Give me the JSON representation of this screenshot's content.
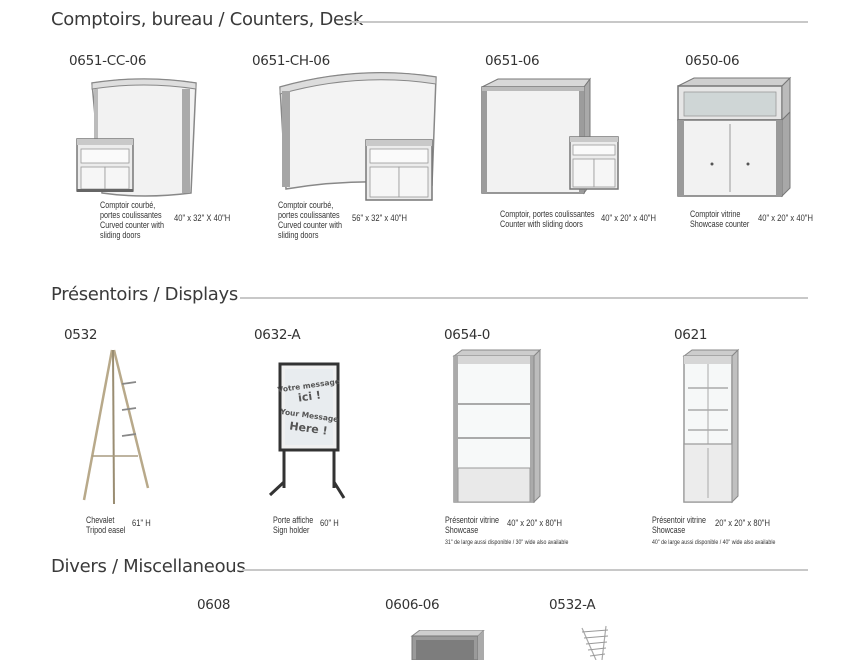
{
  "sections": {
    "counters": {
      "title": "Comptoirs, bureau / Counters, Desk",
      "items": [
        {
          "code": "0651-CC-06",
          "desc": "Comptoir courbé,\nportes coulissantes\nCurved counter with\nsliding doors",
          "dim": "40\" x 32\" X 40\"H"
        },
        {
          "code": "0651-CH-06",
          "desc": "Comptoir courbé,\nportes coulissantes\nCurved counter with\nsliding doors",
          "dim": "56\" x 32\" x 40\"H"
        },
        {
          "code": "0651-06",
          "desc": "Comptoir, portes coulissantes\nCounter with sliding doors",
          "dim": "40\" x 20\" x 40\"H"
        },
        {
          "code": "0650-06",
          "desc": "Comptoir vitrine\nShowcase counter",
          "dim": "40\" x 20\" x 40\"H"
        }
      ]
    },
    "displays": {
      "title": "Présentoirs / Displays",
      "items": [
        {
          "code": "0532",
          "desc": "Chevalet\nTripod easel",
          "dim": "61\" H",
          "note": ""
        },
        {
          "code": "0632-A",
          "desc": "Porte affiche\nSign holder",
          "dim": "60\" H",
          "note": ""
        },
        {
          "code": "0654-0",
          "desc": "Présentoir vitrine\nShowcase",
          "dim": "40\" x 20\" x 80\"H",
          "note": "31\" de large aussi disponible / 30\" wide also available"
        },
        {
          "code": "0621",
          "desc": "Présentoir vitrine\nShowcase",
          "dim": "20\" x 20\" x 80\"H",
          "note": "40\" de large aussi disponible / 40\" wide also available"
        }
      ],
      "poster": {
        "line1": "Votre message",
        "line2": "ici !",
        "line3": "Your Message",
        "line4": "Here !"
      }
    },
    "misc": {
      "title": "Divers / Miscellaneous",
      "items": [
        {
          "code": "0608"
        },
        {
          "code": "0606-06"
        },
        {
          "code": "0532-A"
        }
      ]
    }
  },
  "colors": {
    "frame": "#9a9a9a",
    "panel": "#f4f4f4",
    "rule": "#c8c8c8"
  }
}
